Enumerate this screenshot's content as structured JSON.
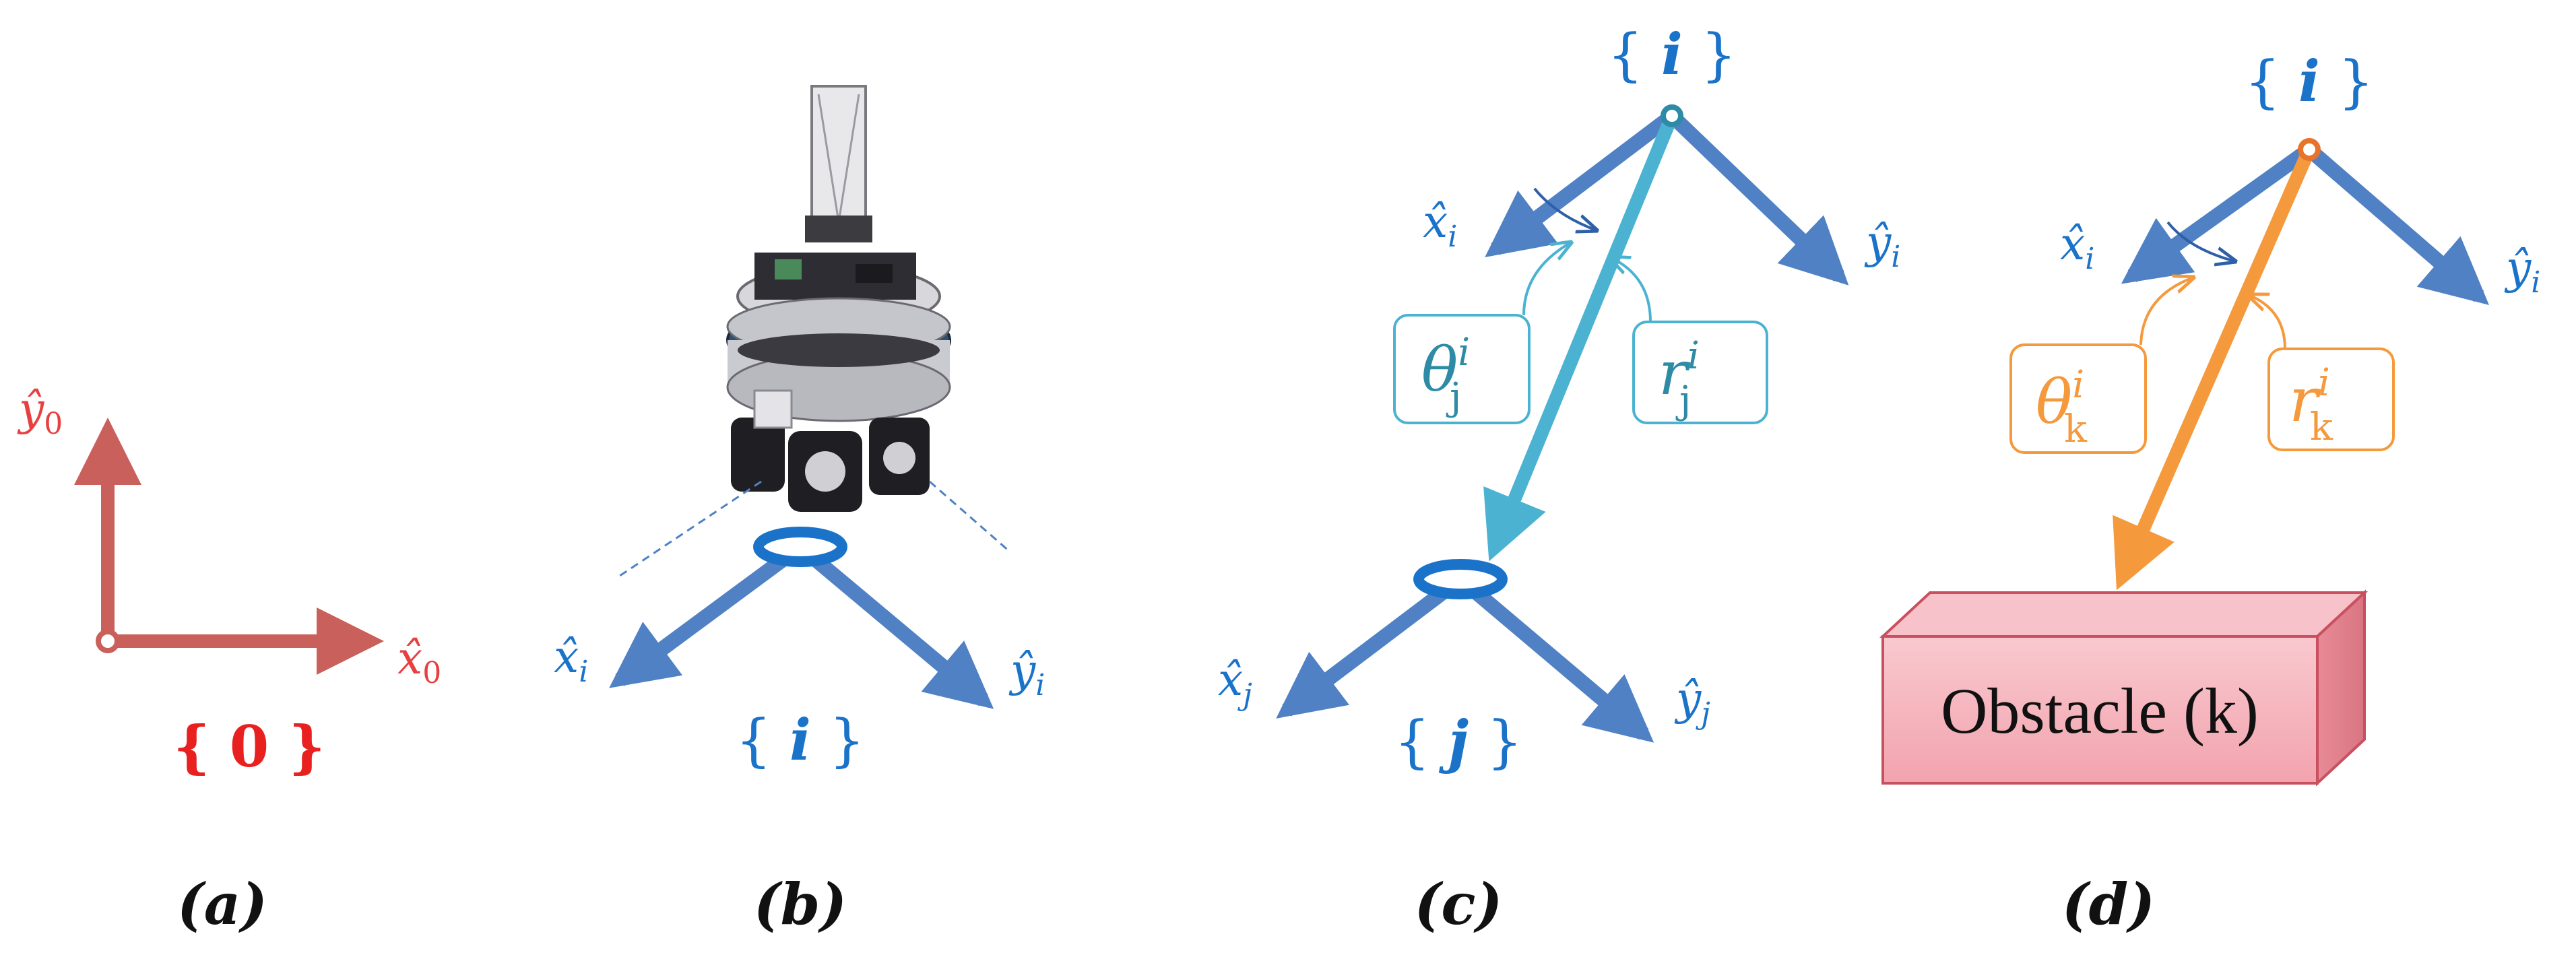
{
  "colors": {
    "world_frame": "#d9534f",
    "robot_frame": "#4f81c4",
    "robot_label": "#1a73c9",
    "neighbor_link": "#4bb3d1",
    "neighbor_label": "#2e8ba6",
    "obstacle_link": "#f5993d",
    "obstacle_fill": "#f6b8c0",
    "origin_marker": "#e8732a"
  },
  "panel_a": {
    "y_axis": "ŷ",
    "y_sub": "0",
    "x_axis": "x̂",
    "x_sub": "0",
    "frame": "{ 0 }",
    "caption": "(a)"
  },
  "panel_b": {
    "x_axis": "x̂",
    "x_sub": "i",
    "y_axis": "ŷ",
    "y_sub": "i",
    "frame_open": "{ ",
    "frame_name": "i",
    "frame_close": " }",
    "robot_image": "wheeled-mobile-robot",
    "caption": "(b)"
  },
  "panel_c": {
    "top_frame_open": "{ ",
    "top_frame_name": "i",
    "top_frame_close": " }",
    "x_axis_i": "x̂",
    "x_sub_i": "i",
    "y_axis_i": "ŷ",
    "y_sub_i": "i",
    "theta": "θ",
    "theta_sub": "j",
    "theta_sup": "i",
    "range": "r",
    "range_sub": "j",
    "range_sup": "i",
    "x_axis_j": "x̂",
    "x_sub_j": "j",
    "y_axis_j": "ŷ",
    "y_sub_j": "j",
    "bottom_frame_open": "{ ",
    "bottom_frame_name": "j",
    "bottom_frame_close": " }",
    "caption": "(c)"
  },
  "panel_d": {
    "top_frame_open": "{ ",
    "top_frame_name": "i",
    "top_frame_close": " }",
    "x_axis_i": "x̂",
    "x_sub_i": "i",
    "y_axis_i": "ŷ",
    "y_sub_i": "i",
    "theta": "θ",
    "theta_sub": "k",
    "theta_sup": "i",
    "range": "r",
    "range_sub": "k",
    "range_sup": "i",
    "obstacle": "Obstacle (k)",
    "caption": "(d)"
  }
}
